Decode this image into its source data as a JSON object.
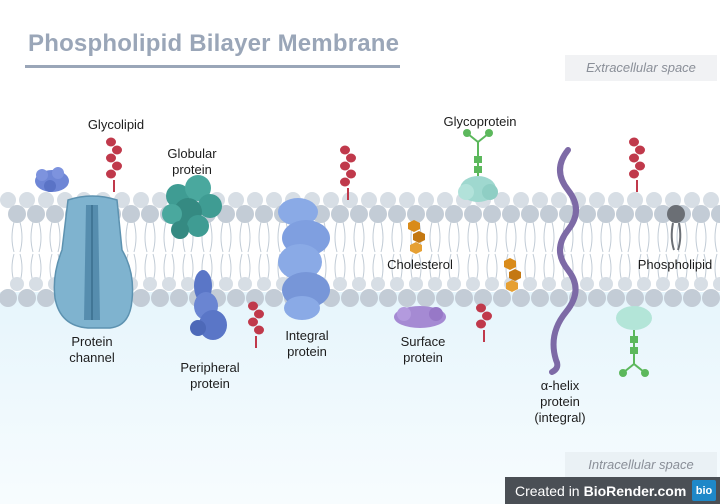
{
  "title": "Phospholipid Bilayer Membrane",
  "regions": {
    "extracellular": "Extracellular space",
    "intracellular": "Intracellular space"
  },
  "labels": {
    "glycolipid": "Glycolipid",
    "globular_protein": "Globular protein",
    "glycoprotein": "Glycoprotein",
    "cholesterol": "Cholesterol",
    "phospholipid": "Phospholipid",
    "protein_channel": "Protein channel",
    "peripheral_protein": "Peripheral protein",
    "integral_protein": "Integral protein",
    "surface_protein": "Surface protein",
    "alpha_helix_protein": "α-helix protein (integral)"
  },
  "credit": {
    "prefix": "Created in",
    "brand": "BioRender.com",
    "logo": "bio"
  },
  "colors": {
    "title": "#9aa6b8",
    "head": "#c9d3dc",
    "tail": "#b7c3cf",
    "intracellular": "#e3f4fb",
    "channel": "#6fa8c6",
    "glycolipid": "#c0394b",
    "globular": "#3f9c93",
    "integral": "#7f9fe0",
    "peripheral": "#5a76c7",
    "surface": "#a58ad3",
    "helix": "#7d6aa6",
    "glyco_sugar": "#5cb85c",
    "cholesterol": "#d98b1a"
  }
}
